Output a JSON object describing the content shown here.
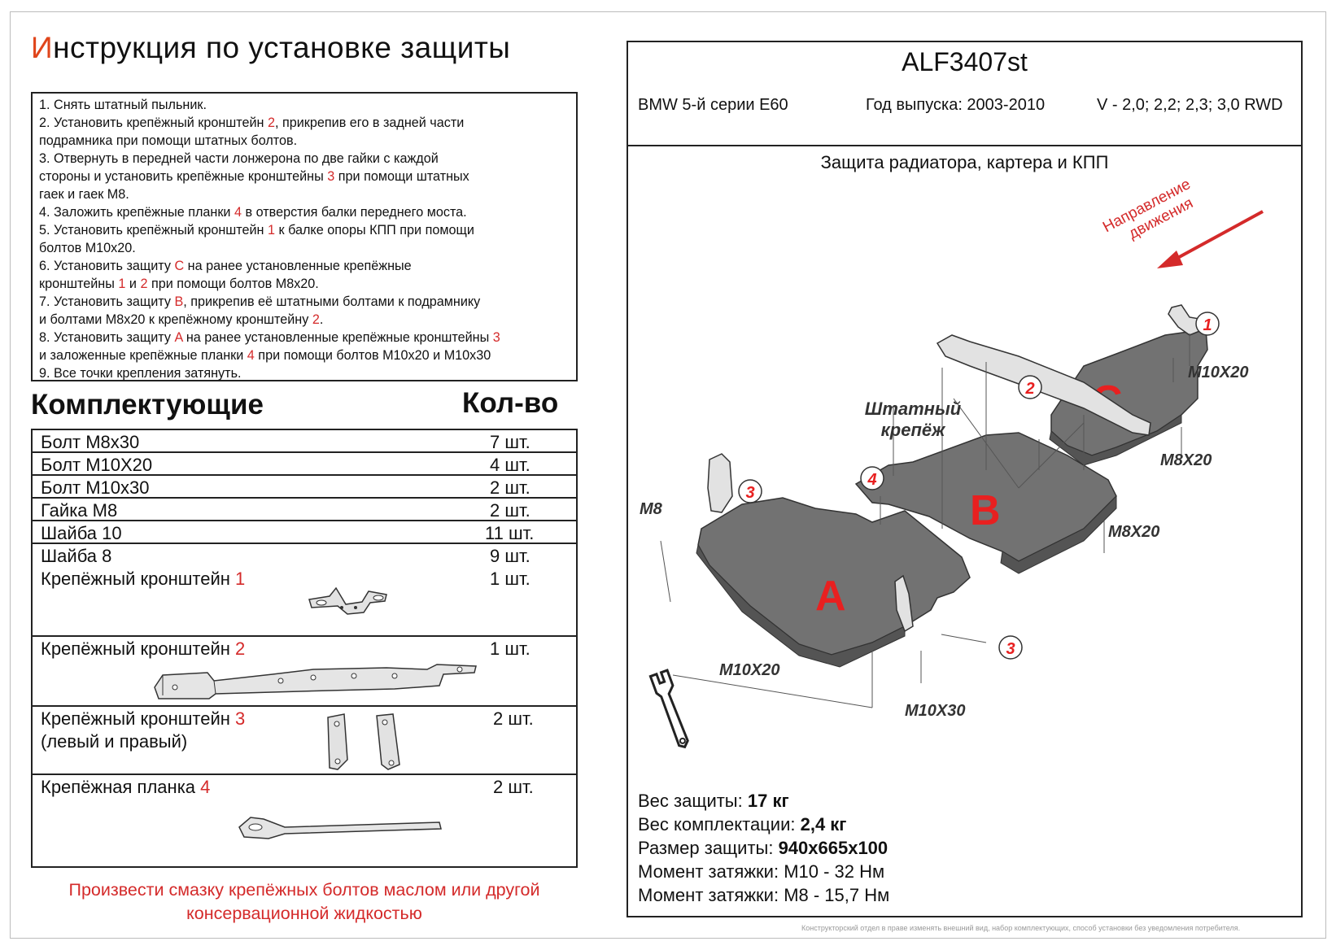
{
  "title": {
    "first": "И",
    "rest": "нструкция по установке защиты"
  },
  "instructions": [
    [
      {
        "t": "1. Снять штатный пыльник."
      }
    ],
    [
      {
        "t": "2. Установить крепёжный кронштейн "
      },
      {
        "t": "2",
        "r": 1
      },
      {
        "t": ", прикрепив его в задней части"
      }
    ],
    [
      {
        "t": "подрамника при помощи штатных болтов."
      }
    ],
    [
      {
        "t": "3. Отвернуть в передней части лонжерона по две гайки с каждой"
      }
    ],
    [
      {
        "t": "стороны и установить крепёжные кронштейны "
      },
      {
        "t": "3",
        "r": 1
      },
      {
        "t": " при помощи штатных"
      }
    ],
    [
      {
        "t": "гаек и гаек М8."
      }
    ],
    [
      {
        "t": "4. Заложить крепёжные планки "
      },
      {
        "t": "4",
        "r": 1
      },
      {
        "t": " в отверстия балки переднего моста."
      }
    ],
    [
      {
        "t": "5. Установить крепёжный кронштейн "
      },
      {
        "t": "1",
        "r": 1
      },
      {
        "t": " к балке опоры КПП при помощи"
      }
    ],
    [
      {
        "t": "болтов М10х20."
      }
    ],
    [
      {
        "t": "6. Установить защиту "
      },
      {
        "t": "C",
        "r": 1
      },
      {
        "t": " на ранее установленные крепёжные"
      }
    ],
    [
      {
        "t": "кронштейны "
      },
      {
        "t": "1",
        "r": 1
      },
      {
        "t": " и "
      },
      {
        "t": "2",
        "r": 1
      },
      {
        "t": " при помощи болтов М8х20."
      }
    ],
    [
      {
        "t": "7. Установить защиту "
      },
      {
        "t": "B",
        "r": 1
      },
      {
        "t": ", прикрепив её штатными болтами к подрамнику"
      }
    ],
    [
      {
        "t": "и болтами М8х20 к крепёжному кронштейну "
      },
      {
        "t": "2",
        "r": 1
      },
      {
        "t": "."
      }
    ],
    [
      {
        "t": "8. Установить защиту "
      },
      {
        "t": "A",
        "r": 1
      },
      {
        "t": " на ранее установленные крепёжные кронштейны "
      },
      {
        "t": "3",
        "r": 1
      }
    ],
    [
      {
        "t": "и заложенные крепёжные планки "
      },
      {
        "t": "4",
        "r": 1
      },
      {
        "t": " при помощи болтов М10х20 и М10х30"
      }
    ],
    [
      {
        "t": "9. Все точки крепления затянуть."
      }
    ]
  ],
  "kit": {
    "heading": "Комплектующие",
    "qty_heading": "Кол-во",
    "simple_rows": [
      {
        "name": "Болт М8х30",
        "qty": "7 шт."
      },
      {
        "name": "Болт М10Х20",
        "qty": "4 шт."
      },
      {
        "name": "Болт М10х30",
        "qty": "2 шт."
      },
      {
        "name": "Гайка М8",
        "qty": "2 шт."
      },
      {
        "name": "Шайба 10",
        "qty": "11 шт."
      },
      {
        "name": "Шайба 8",
        "qty": "9 шт."
      }
    ],
    "bracket1": {
      "name": "Крепёжный кронштейн ",
      "num": "1",
      "qty": "1 шт."
    },
    "bracket2": {
      "name": "Крепёжный кронштейн  ",
      "num": "2",
      "qty": "1 шт."
    },
    "bracket3": {
      "name": "Крепёжный кронштейн  ",
      "num": "3",
      "sub": "(левый и правый)",
      "qty": "2 шт."
    },
    "plank4": {
      "name": "Крепёжная планка ",
      "num": "4",
      "qty": "2 шт."
    }
  },
  "lubrication_note": [
    "Произвести смазку крепёжных болтов маслом или другой",
    "консервационной жидкостью"
  ],
  "product": {
    "model": "ALF3407st",
    "car": "BMW 5-й серии E60",
    "years": "Год выпуска: 2003-2010",
    "engine": "V - 2,0; 2,2; 2,3; 3,0 RWD",
    "subtitle": "Защита радиатора, картера и КПП"
  },
  "diagram": {
    "direction": [
      "Направление",
      "движения"
    ],
    "standard_fastener": [
      "Штатный",
      "крепёж"
    ],
    "parts": {
      "a": "A",
      "b": "B",
      "c": "C"
    },
    "callouts": {
      "n1": "1",
      "n2": "2",
      "n3a": "3",
      "n3b": "3",
      "n4": "4"
    },
    "bolts": {
      "m10x20_top": "M10X20",
      "m8x20_top": "M8X20",
      "m8x20_mid": "M8X20",
      "m8": "M8",
      "m10x20_bottom": "M10X20",
      "m10x30": "M10X30"
    }
  },
  "specs": {
    "weight_label": "Вес защиты: ",
    "weight": "17 кг",
    "kit_weight_label": "Вес комплектации: ",
    "kit_weight": "2,4 кг",
    "size_label": "Размер защиты: ",
    "size": "940х665х100",
    "torque1": "Момент затяжки:  М10 - 32 Нм",
    "torque2": "Момент затяжки:  М8 - 15,7 Нм"
  },
  "footnote": "Конструкторский отдел в праве изменять внешний вид, набор комплектующих, способ установки без уведомления потребителя.",
  "colors": {
    "accent_red": "#d42a2a",
    "title_orange": "#e0451b",
    "plate_gray": "#6e6e6e"
  }
}
